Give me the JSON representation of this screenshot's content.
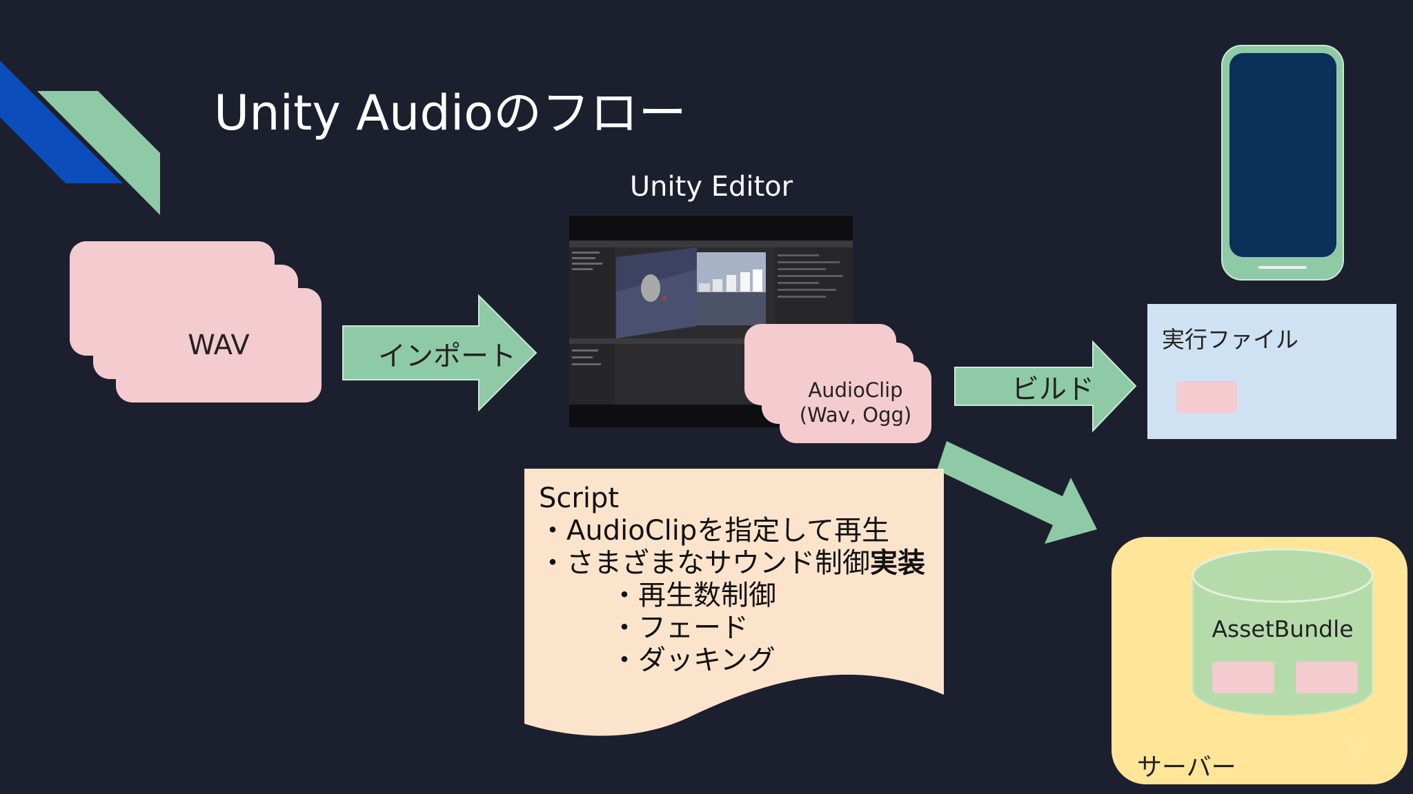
{
  "title": "Unity Audioのフロー",
  "wav": {
    "label": "WAV"
  },
  "import_arrow": {
    "label": "インポート"
  },
  "editor": {
    "title": "Unity Editor"
  },
  "audioclip": {
    "line1": "AudioClip",
    "line2": "(Wav, Ogg)"
  },
  "build_arrow": {
    "label": "ビルド"
  },
  "exe": {
    "label": "実行ファイル"
  },
  "server": {
    "label": "サーバー",
    "bundle_label": "AssetBundle"
  },
  "script": {
    "heading": "Script",
    "line1": "・AudioClipを指定して再生",
    "line2_prefix": "・さまざまなサウンド制御",
    "line2_bold": "実装",
    "sub1": "・再生数制御",
    "sub2": "・フェード",
    "sub3": "・ダッキング"
  },
  "page_number": "16",
  "colors": {
    "background": "#1c1f2e",
    "pink": "#f4cbcf",
    "green": "#8fcaa6",
    "script_bg": "#fce4cc",
    "exe_bg": "#cfe2f3",
    "server_bg": "#ffe598",
    "cylinder": "#b6dbab",
    "phone_screen": "#0b305a",
    "accent_blue": "#0b4dbb"
  }
}
